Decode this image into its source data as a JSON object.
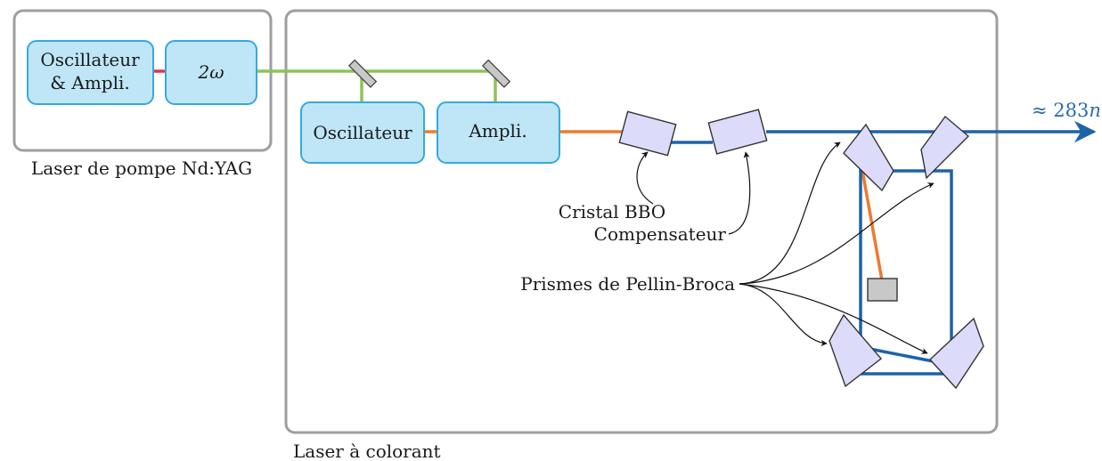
{
  "colors": {
    "frame": "#9e9e9e",
    "box_fill": "#bfe6f7",
    "box_stroke": "#36a9dc",
    "green_beam": "#8cc456",
    "red_beam": "#e2334b",
    "orange_beam": "#ee7a2c",
    "blue_beam": "#1d63a8",
    "crystal_fill": "#dcdcfa",
    "prism_fill": "#dcdcfa",
    "dump_fill": "#c8c8c8",
    "output_text": "#2a6ab3"
  },
  "pump_laser": {
    "caption": "Laser de pompe Nd:YAG",
    "oscillator_line1": "Oscillateur",
    "oscillator_line2": "& Ampli.",
    "doubler": "2ω"
  },
  "dye_laser": {
    "caption": "Laser à colorant",
    "oscillator": "Oscillateur",
    "amplifier": "Ampli."
  },
  "labels": {
    "crystal": "Cristal BBO",
    "compensator": "Compensateur",
    "prisms": "Prismes de Pellin-Broca",
    "output_prefix": "≈ 283",
    "output_unit": "nm"
  },
  "icons": [
    "mirror-icon",
    "bbo-crystal-icon",
    "pellin-broca-prism-icon",
    "beam-dump-icon",
    "arrow-icon"
  ]
}
